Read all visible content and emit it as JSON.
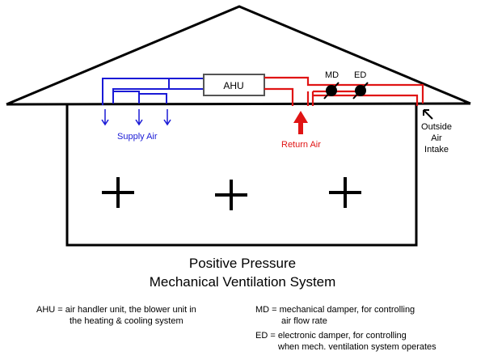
{
  "colors": {
    "supply": "#1a1ad6",
    "return": "#e01414",
    "outline": "#000000",
    "ahu_box": "#555555"
  },
  "labels": {
    "ahu": "AHU",
    "md": "MD",
    "ed": "ED",
    "supply_air": "Supply Air",
    "return_air": "Return Air",
    "outside_air_intake": [
      "Outside",
      "Air",
      "Intake"
    ]
  },
  "title": {
    "line1": "Positive Pressure",
    "line2": "Mechanical Ventilation System"
  },
  "legend": {
    "ahu_line1": "AHU = air handler unit, the blower unit in",
    "ahu_line2": "the heating & cooling system",
    "md_line1": "MD = mechanical damper, for controlling",
    "md_line2": "air flow rate",
    "ed_line1": "ED = electronic damper, for controlling",
    "ed_line2": "when mech. ventilation system operates"
  },
  "pressure_symbols": [
    "+",
    "+",
    "+"
  ]
}
